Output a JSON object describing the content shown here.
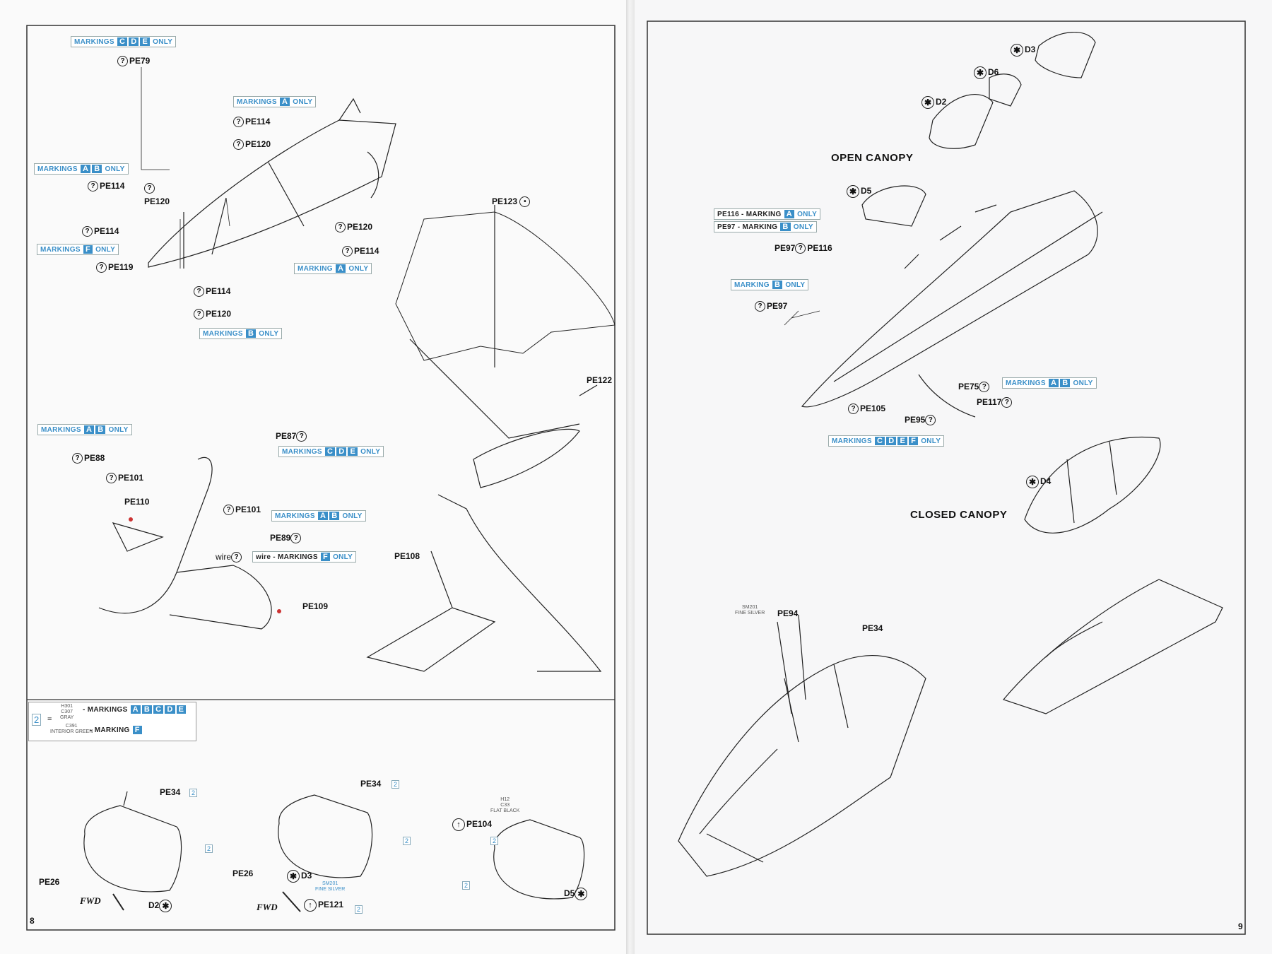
{
  "left_page": {
    "page_number": "8",
    "markings_cde": {
      "prefix": "MARKINGS",
      "letters": [
        "C",
        "D",
        "E"
      ],
      "suffix": "ONLY"
    },
    "pe79": "PE79",
    "markings_a_1": {
      "prefix": "MARKINGS",
      "letters": [
        "A"
      ],
      "suffix": "ONLY"
    },
    "pe114_a": "PE114",
    "pe120_a": "PE120",
    "markings_ab_1": {
      "prefix": "MARKINGS",
      "letters": [
        "A",
        "B"
      ],
      "suffix": "ONLY"
    },
    "pe114_b": "PE114",
    "pe120_b": "PE120",
    "pe114_c": "PE114",
    "markings_f_1": {
      "prefix": "MARKINGS",
      "letters": [
        "F"
      ],
      "suffix": "ONLY"
    },
    "pe119": "PE119",
    "pe120_c": "PE120",
    "pe114_d": "PE114",
    "marking_a_2": {
      "prefix": "MARKING",
      "letters": [
        "A"
      ],
      "suffix": "ONLY"
    },
    "pe114_e": "PE114",
    "pe120_e": "PE120",
    "markings_b_1": {
      "prefix": "MARKINGS",
      "letters": [
        "B"
      ],
      "suffix": "ONLY"
    },
    "pe123": "PE123",
    "pe122": "PE122",
    "markings_ab_2": {
      "prefix": "MARKINGS",
      "letters": [
        "A",
        "B"
      ],
      "suffix": "ONLY"
    },
    "pe88": "PE88",
    "pe101_a": "PE101",
    "pe110": "PE110",
    "pe87": "PE87",
    "markings_cde_2": {
      "prefix": "MARKINGS",
      "letters": [
        "C",
        "D",
        "E"
      ],
      "suffix": "ONLY"
    },
    "pe101_b": "PE101",
    "markings_ab_3": {
      "prefix": "MARKINGS",
      "letters": [
        "A",
        "B"
      ],
      "suffix": "ONLY"
    },
    "pe89": "PE89",
    "wire": "wire",
    "wire_markings_f": {
      "prefix": "wire - MARKINGS",
      "letters": [
        "F"
      ],
      "suffix": "ONLY"
    },
    "pe109": "PE109",
    "pe108": "PE108",
    "legend": {
      "num": "2",
      "eq": "=",
      "row1_codes": "H301\nC307\nGRAY",
      "row1_text": "- MARKINGS",
      "row1_letters": [
        "A",
        "B",
        "C",
        "D",
        "E"
      ],
      "row2_codes": "C391\nINTERIOR GREEN",
      "row2_text": "- MARKING",
      "row2_letters": [
        "F"
      ]
    },
    "bottom": {
      "pe34_a": "PE34",
      "pe26_a": "PE26",
      "fwd_a": "FWD",
      "d2": "D2",
      "num2": "2",
      "pe34_b": "PE34",
      "pe26_b": "PE26",
      "d3": "D3",
      "pe121": "PE121",
      "sm_code": "SM201\nFINE SILVER",
      "fwd_b": "FWD",
      "pe104": "PE104",
      "h_code": "H12\nC33\nFLAT BLACK",
      "d5": "D5"
    }
  },
  "right_page": {
    "page_number": "9",
    "d3": "D3",
    "d6": "D6",
    "d2": "D2",
    "open_canopy": "OPEN CANOPY",
    "d5": "D5",
    "pe116_line": {
      "prefix": "PE116 - MARKING",
      "letters": [
        "A"
      ],
      "suffix": "ONLY"
    },
    "pe97_line": {
      "prefix": "PE97 - MARKING",
      "letters": [
        "B"
      ],
      "suffix": "ONLY"
    },
    "pe97_pe116": [
      "PE97",
      "PE116"
    ],
    "markings_b": {
      "prefix": "MARKING",
      "letters": [
        "B"
      ],
      "suffix": "ONLY"
    },
    "pe97": "PE97",
    "pe75": "PE75",
    "markings_ab": {
      "prefix": "MARKINGS",
      "letters": [
        "A",
        "B"
      ],
      "suffix": "ONLY"
    },
    "pe117": "PE117",
    "pe105": "PE105",
    "pe95": "PE95",
    "markings_cdef": {
      "prefix": "MARKINGS",
      "letters": [
        "C",
        "D",
        "E",
        "F"
      ],
      "suffix": "ONLY"
    },
    "d4": "D4",
    "closed_canopy": "CLOSED CANOPY",
    "pe94": "PE94",
    "sm_code": "SM201\nFINE SILVER",
    "pe34": "PE34"
  },
  "colors": {
    "accent": "#3a8fc8",
    "ink": "#222222",
    "paper": "#fafafa"
  }
}
